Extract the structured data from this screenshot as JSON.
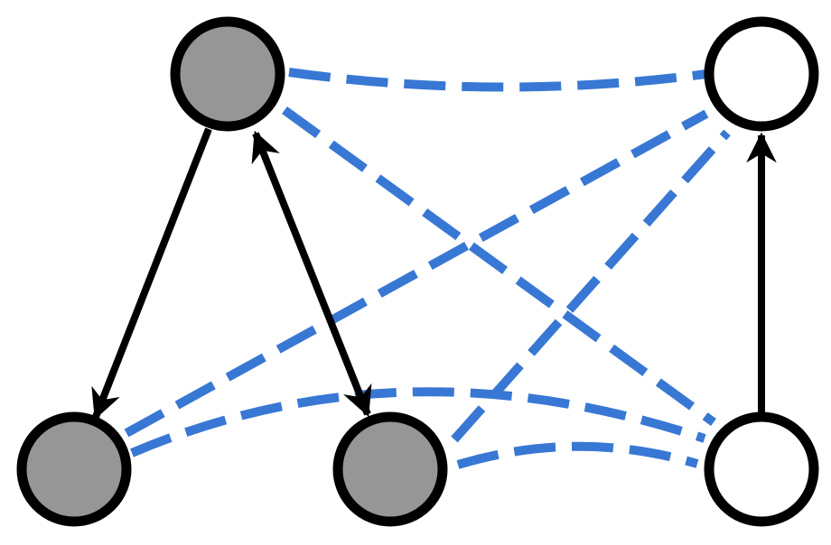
{
  "colors": {
    "background": "#ffffff",
    "outline": "#000000",
    "filled_node": "#969696",
    "empty_node": "#ffffff",
    "dashed_edge": "#3878d4",
    "arrow": "#000000"
  },
  "nodes": [
    {
      "id": "top-left",
      "fill": "filled"
    },
    {
      "id": "top-right",
      "fill": "empty"
    },
    {
      "id": "bottom-left",
      "fill": "filled"
    },
    {
      "id": "bottom-middle",
      "fill": "filled"
    },
    {
      "id": "bottom-right",
      "fill": "empty"
    }
  ],
  "directed_edges": [
    {
      "from": "top-left",
      "to": "bottom-left",
      "style": "single-arrow"
    },
    {
      "from": "top-left",
      "to": "bottom-middle",
      "style": "double-arrow"
    },
    {
      "from": "bottom-right",
      "to": "top-right",
      "style": "single-arrow"
    }
  ],
  "dashed_edges": [
    {
      "from": "top-left",
      "to": "top-right"
    },
    {
      "from": "top-left",
      "to": "bottom-right"
    },
    {
      "from": "bottom-left",
      "to": "top-right"
    },
    {
      "from": "bottom-left",
      "to": "bottom-right"
    },
    {
      "from": "bottom-middle",
      "to": "top-right"
    },
    {
      "from": "bottom-middle",
      "to": "bottom-right"
    }
  ]
}
